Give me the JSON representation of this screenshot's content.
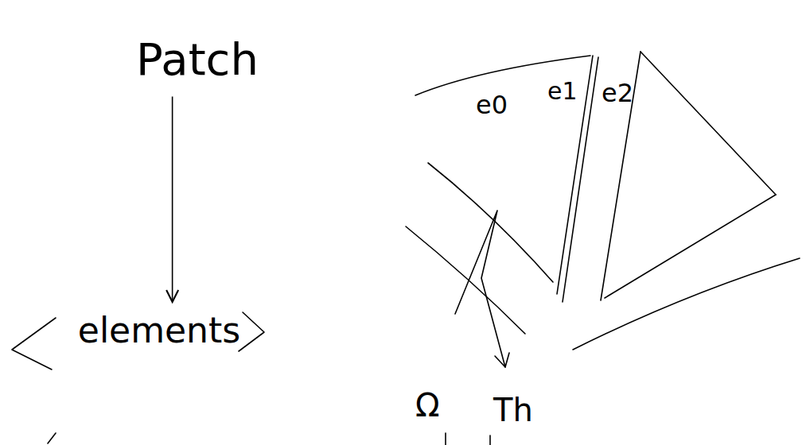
{
  "diagram": {
    "nodes": [
      {
        "text": [
          "Patch"
        ]
      },
      {
        "text": [
          "elements"
        ]
      }
    ],
    "edges": [
      {
        "from": 0,
        "to": 1,
        "arrow": "to"
      }
    ],
    "labels": [
      "e0",
      "e1",
      "e2",
      "Ω",
      "Th"
    ]
  }
}
